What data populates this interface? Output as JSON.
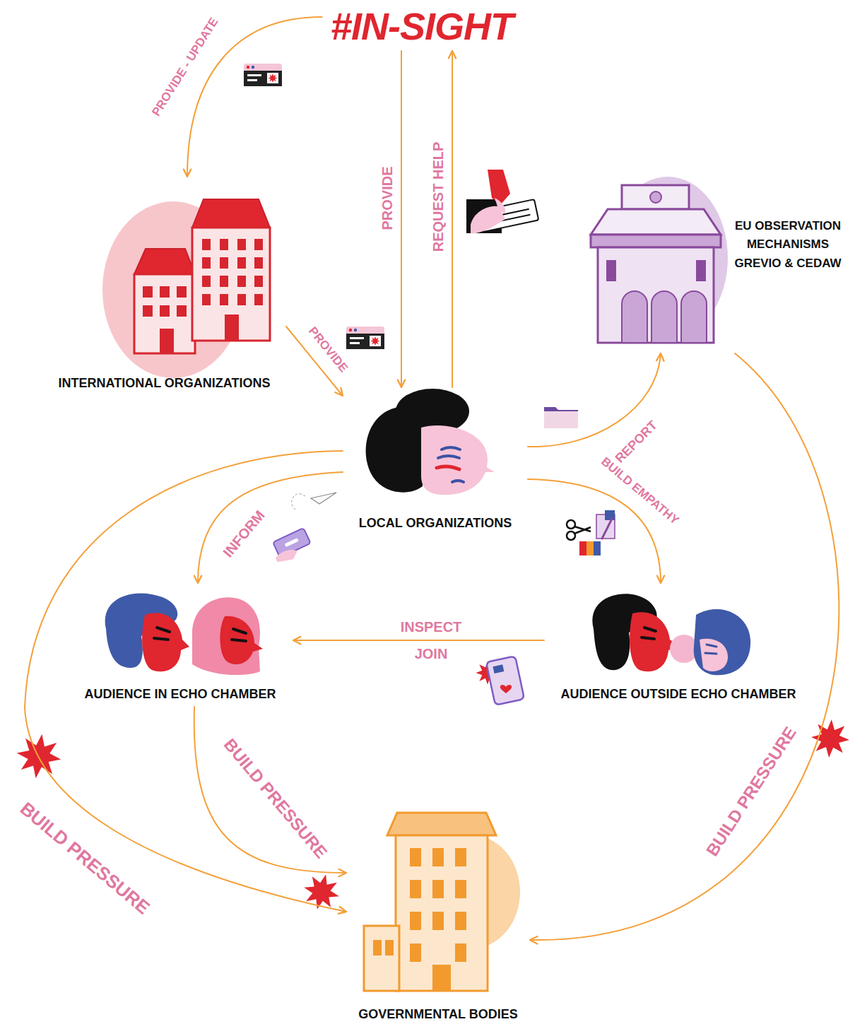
{
  "diagram": {
    "nodes": [
      {
        "text": [
          "#IN-SIGHT"
        ]
      },
      {
        "text": [
          "INTERNATIONAL ORGANIZATIONS"
        ]
      },
      {
        "text": [
          "EU OBSERVATION MECHANISMS GREVIO & CEDAW"
        ]
      },
      {
        "text": [
          "LOCAL ORGANIZATIONS"
        ]
      },
      {
        "text": [
          "AUDIENCE IN ECHO CHAMBER"
        ]
      },
      {
        "text": [
          "AUDIENCE OUTSIDE ECHO CHAMBER"
        ]
      },
      {
        "text": [
          "GOVERNMENTAL BODIES"
        ]
      }
    ],
    "edges": [
      {
        "from": 0,
        "to": 1,
        "label": "PROVIDE - UPDATE",
        "arrow": "to"
      },
      {
        "from": 0,
        "to": 3,
        "label": "PROVIDE",
        "arrow": "to"
      },
      {
        "from": 3,
        "to": 0,
        "label": "REQUEST HELP",
        "arrow": "to"
      },
      {
        "from": 1,
        "to": 3,
        "label": "PROVIDE",
        "arrow": "to"
      },
      {
        "from": 3,
        "to": 2,
        "label": "REPORT",
        "arrow": "to"
      },
      {
        "from": 3,
        "to": 4,
        "label": "INFORM",
        "arrow": "to"
      },
      {
        "from": 3,
        "to": 5,
        "label": "BUILD EMPATHY",
        "arrow": "to"
      },
      {
        "from": 5,
        "to": 4,
        "label": "INSPECT JOIN",
        "arrow": "to"
      },
      {
        "from": 4,
        "to": 6,
        "label": "BUILD PRESSURE",
        "arrow": "to"
      },
      {
        "from": 3,
        "to": 6,
        "label": "BUILD PRESSURE",
        "arrow": "to"
      },
      {
        "from": 2,
        "to": 6,
        "label": "BUILD PRESSURE",
        "arrow": "to"
      }
    ]
  }
}
